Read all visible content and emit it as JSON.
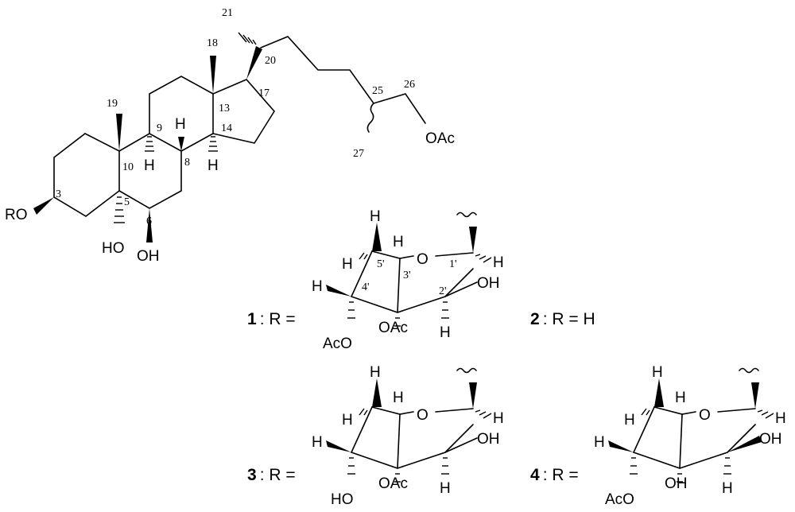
{
  "steroid": {
    "ro": "RO",
    "ho5": "HO",
    "oh6": "OH",
    "oac26": "OAc",
    "h8": "H",
    "h9": "H",
    "h14": "H",
    "locants": {
      "c3": "3",
      "c5": "5",
      "c6": "6",
      "c8": "8",
      "c9": "9",
      "c10": "10",
      "c13": "13",
      "c14": "14",
      "c17": "17",
      "c18": "18",
      "c19": "19",
      "c20": "20",
      "c21": "21",
      "c25": "25",
      "c26": "26",
      "c27": "27"
    }
  },
  "sugar1": {
    "h5top": "H",
    "h5ax": "H",
    "o_ring": "O",
    "h1": "H",
    "h3": "H",
    "h4": "H",
    "oh2": "OH",
    "h2": "H",
    "oac3": "OAc",
    "aco4": "AcO",
    "locants": {
      "p1": "1'",
      "p2": "2'",
      "p3": "3'",
      "p4": "4'",
      "p5": "5'"
    }
  },
  "compounds": [
    {
      "num": "1",
      "text": ": R ="
    },
    {
      "num": "2",
      "text": ": R = H"
    },
    {
      "num": "3",
      "text": ": R ="
    },
    {
      "num": "4",
      "text": ": R ="
    }
  ],
  "sugar3": {
    "h5top": "H",
    "h5ax": "H",
    "o_ring": "O",
    "h1": "H",
    "h3": "H",
    "h4": "H",
    "oh2": "OH",
    "h2": "H",
    "oac3": "OAc",
    "ho4": "HO"
  },
  "sugar4": {
    "h5top": "H",
    "h5ax": "H",
    "o_ring": "O",
    "h1": "H",
    "h3": "H",
    "h4": "H",
    "oh2": "OH",
    "h2": "H",
    "oh3": "OH",
    "aco4": "AcO"
  }
}
